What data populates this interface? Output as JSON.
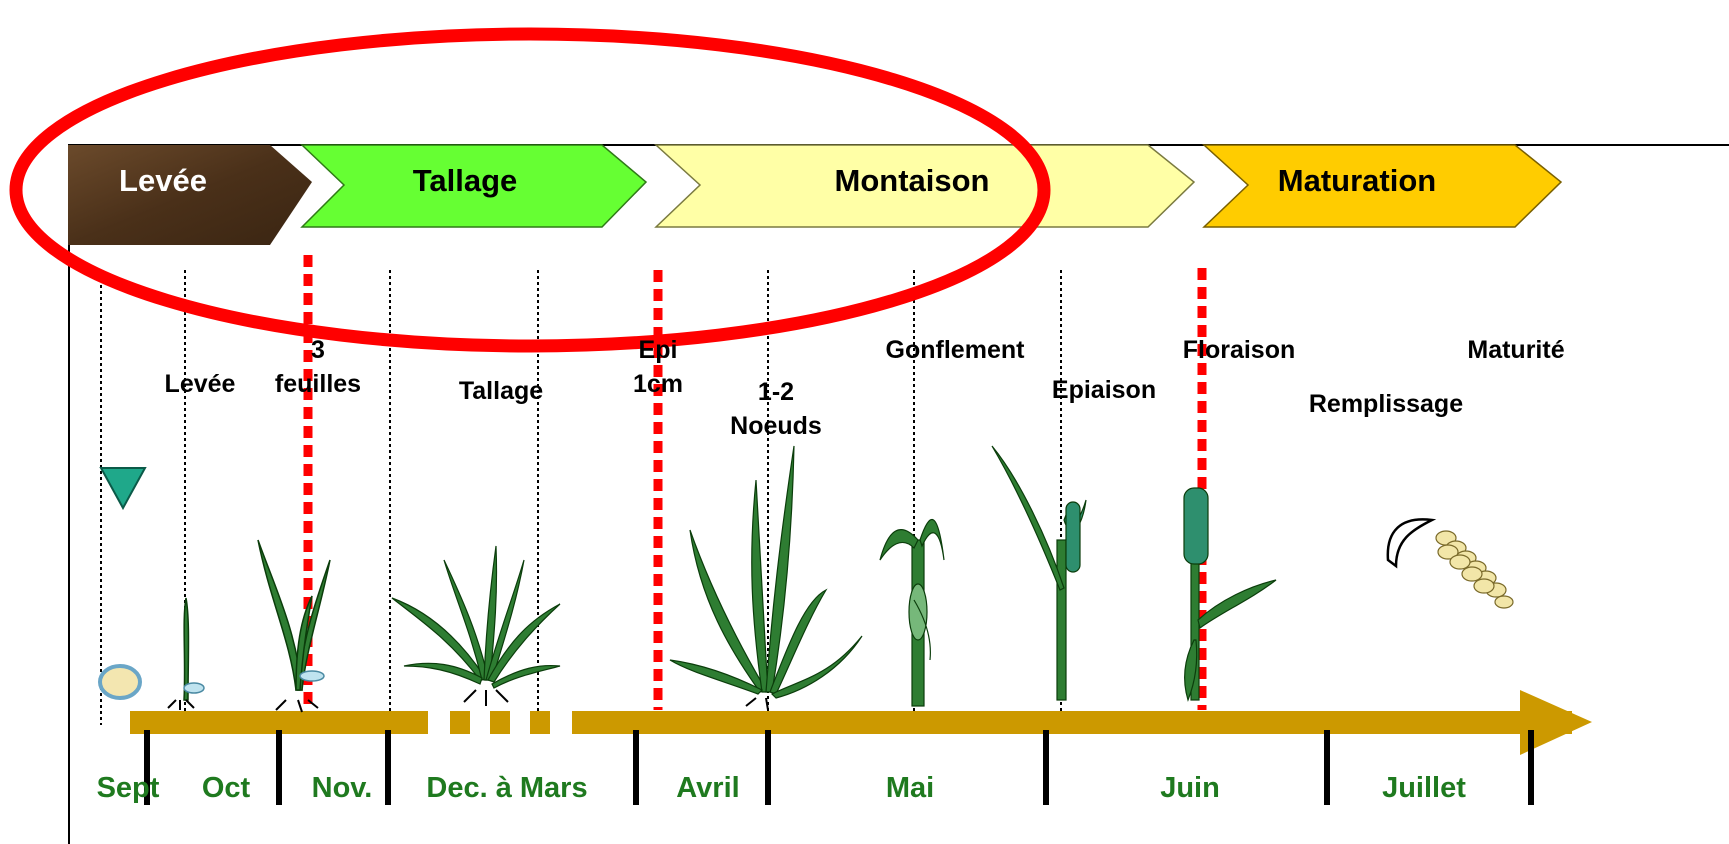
{
  "phases": [
    {
      "label": "Levée",
      "color": "#5a3d22"
    },
    {
      "label": "Tallage",
      "color": "#66ff33"
    },
    {
      "label": "Montaison",
      "color": "#ffffa6"
    },
    {
      "label": "Maturation",
      "color": "#ffcc00"
    }
  ],
  "stages": [
    {
      "label": "Levée"
    },
    {
      "label": "3\nfeuilles"
    },
    {
      "label": "Tallage"
    },
    {
      "label": "Epi\n1cm"
    },
    {
      "label": "1-2\nNoeuds"
    },
    {
      "label": "Gonflement"
    },
    {
      "label": "Epiaison"
    },
    {
      "label": "Floraison"
    },
    {
      "label": "Remplissage"
    },
    {
      "label": "Maturité"
    }
  ],
  "months": [
    "Sept",
    "Oct",
    "Nov.",
    "Dec. à Mars",
    "Avril",
    "Mai",
    "Juin",
    "Juillet"
  ],
  "colors": {
    "timeline": "#cc9900",
    "highlight_ellipse": "#ff0000",
    "marker_triangle": "#1fa88a",
    "month_text": "#1f7a1f",
    "critical_lines": "#ff0000",
    "plant": "#2e7d32"
  }
}
